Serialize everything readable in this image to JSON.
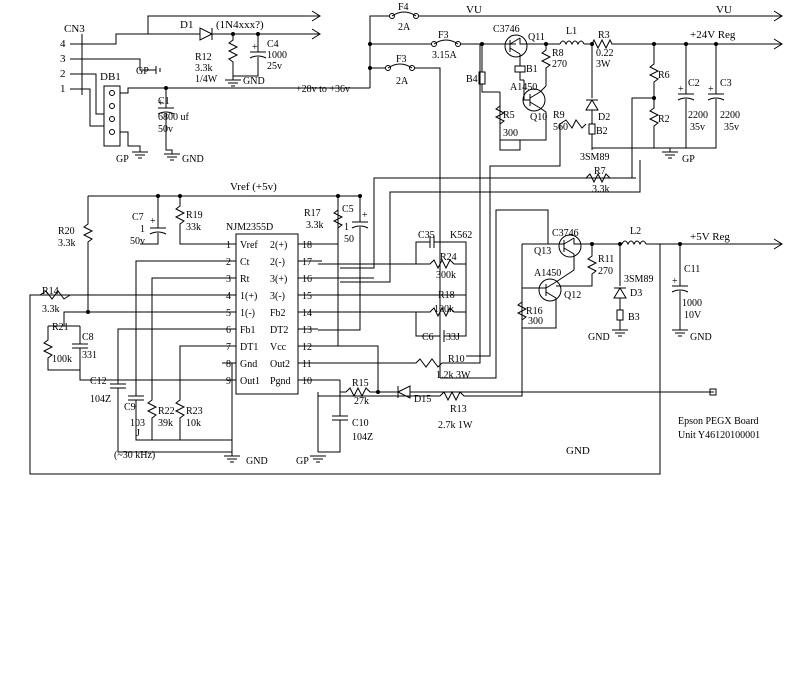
{
  "connector": {
    "name": "CN3",
    "pins": [
      "4",
      "3",
      "2",
      "1"
    ]
  },
  "bridge": {
    "name": "DB1"
  },
  "diodes": {
    "d1": {
      "ref": "D1",
      "part": "(1N4xxx?)"
    },
    "d2": {
      "ref": "D2"
    },
    "d3": {
      "ref": "D3"
    },
    "d15": {
      "ref": "D15"
    }
  },
  "resistors": {
    "r12": {
      "ref": "R12",
      "value": "3.3k",
      "rating": "1/4W"
    },
    "r20": {
      "ref": "R20",
      "value": "3.3k"
    },
    "r19": {
      "ref": "R19",
      "value": "33k"
    },
    "r17": {
      "ref": "R17",
      "value": "3.3k"
    },
    "r14": {
      "ref": "R14",
      "value": "3.3k"
    },
    "r21": {
      "ref": "R21",
      "value": "100k"
    },
    "r22": {
      "ref": "R22",
      "value": "39k"
    },
    "r23": {
      "ref": "R23",
      "value": "10k"
    },
    "r24": {
      "ref": "R24",
      "value": "300k"
    },
    "r18": {
      "ref": "R18",
      "value": "100k"
    },
    "r10": {
      "ref": "R10",
      "value": "1.2k 3W"
    },
    "r15": {
      "ref": "R15",
      "value": "27k"
    },
    "r13": {
      "ref": "R13",
      "value": "2.7k 1W"
    },
    "r5": {
      "ref": "R5",
      "value": "300"
    },
    "r8": {
      "ref": "R8",
      "value": "270"
    },
    "r9": {
      "ref": "R9",
      "value": "560"
    },
    "r3": {
      "ref": "R3",
      "value": "0.22",
      "rating": "3W"
    },
    "r6": {
      "ref": "R6"
    },
    "r2": {
      "ref": "R2"
    },
    "r7": {
      "ref": "R7",
      "value": "3.3k"
    },
    "r11": {
      "ref": "R11",
      "value": "270"
    },
    "r16": {
      "ref": "R16",
      "value": "300"
    }
  },
  "capacitors": {
    "c4": {
      "ref": "C4",
      "value": "1000",
      "rating": "25v"
    },
    "c1": {
      "ref": "C1",
      "value": "6800 uf",
      "rating": "50v"
    },
    "c7": {
      "ref": "C7",
      "value": "1",
      "rating": "50v"
    },
    "c5": {
      "ref": "C5",
      "value": "1",
      "rating": "50"
    },
    "c8": {
      "ref": "C8",
      "value": "331"
    },
    "c12": {
      "ref": "C12",
      "value": "104Z"
    },
    "c9": {
      "ref": "C9",
      "value": "103",
      "rating": "J"
    },
    "c35": {
      "ref": "C35",
      "value": "K562"
    },
    "c6": {
      "ref": "C6",
      "value": "33J"
    },
    "c10": {
      "ref": "C10",
      "value": "104Z"
    },
    "c2": {
      "ref": "C2",
      "value": "2200",
      "rating": "35v"
    },
    "c3": {
      "ref": "C3",
      "value": "2200",
      "rating": "35v"
    },
    "c11": {
      "ref": "C11",
      "value": "1000",
      "rating": "10V"
    }
  },
  "fuses": {
    "f4": {
      "ref": "F4",
      "value": "2A"
    },
    "f3a": {
      "ref": "F3",
      "value": "3.15A"
    },
    "f3b": {
      "ref": "F3",
      "value": "2A"
    }
  },
  "inductors": {
    "l1": {
      "ref": "L1"
    },
    "l2": {
      "ref": "L2"
    }
  },
  "transistors": {
    "q11": {
      "ref": "Q11",
      "part": "C3746"
    },
    "q10": {
      "ref": "Q10",
      "part": "A1450"
    },
    "q13": {
      "ref": "Q13",
      "part": "C3746"
    },
    "q12": {
      "ref": "Q12",
      "part": "A1450"
    }
  },
  "beads": {
    "b1": "B1",
    "b2": "B2",
    "b3": "B3",
    "b4": "B4"
  },
  "zeners": {
    "z1": "3SM89",
    "z2": "3SM89"
  },
  "ic": {
    "name": "NJM2355D",
    "left_pins": [
      {
        "num": "1",
        "name": "Vref"
      },
      {
        "num": "2",
        "name": "Ct"
      },
      {
        "num": "3",
        "name": "Rt"
      },
      {
        "num": "4",
        "name": "1(+)"
      },
      {
        "num": "5",
        "name": "1(-)"
      },
      {
        "num": "6",
        "name": "Fb1"
      },
      {
        "num": "7",
        "name": "DT1"
      },
      {
        "num": "8",
        "name": "Gnd"
      },
      {
        "num": "9",
        "name": "Out1"
      }
    ],
    "right_pins": [
      {
        "num": "18",
        "name": "2(+)"
      },
      {
        "num": "17",
        "name": "2(-)"
      },
      {
        "num": "16",
        "name": "3(+)"
      },
      {
        "num": "15",
        "name": "3(-)"
      },
      {
        "num": "14",
        "name": "Fb2"
      },
      {
        "num": "13",
        "name": "DT2"
      },
      {
        "num": "12",
        "name": "Vcc"
      },
      {
        "num": "11",
        "name": "Out2"
      },
      {
        "num": "10",
        "name": "Pgnd"
      }
    ]
  },
  "nets": {
    "vu": "VU",
    "vu_right": "VU",
    "v24": "+24V Reg",
    "v5": "+5V Reg",
    "vin": "+28v to +36v",
    "vref": "Vref (+5v)",
    "gp": "GP",
    "gnd": "GND",
    "freq": "(~30 kHz)"
  },
  "board": {
    "line1": "Epson PEGX Board",
    "line2": "Unit Y46120100001"
  }
}
